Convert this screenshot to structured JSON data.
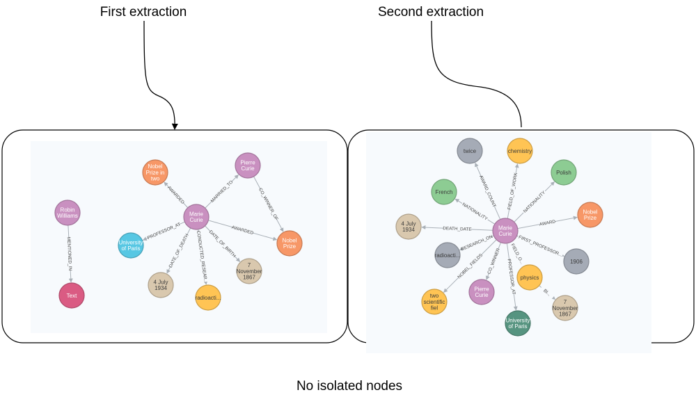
{
  "titles": {
    "first": "First extraction",
    "second": "Second extraction",
    "caption": "No isolated nodes"
  },
  "colors": {
    "purple": "#c990c0",
    "orange": "#f79767",
    "blue": "#57c7e3",
    "tan": "#d9c8ae",
    "yellow": "#ffc454",
    "crimson": "#da5b83",
    "gray": "#a5abb6",
    "green": "#8dcc93",
    "darkgreen": "#569480"
  },
  "graphs": [
    {
      "id": "first",
      "nodes": [
        {
          "id": "robin",
          "label": [
            "Robin",
            "Williams"
          ],
          "color": "purple"
        },
        {
          "id": "text",
          "label": [
            "Text"
          ],
          "color": "crimson"
        },
        {
          "id": "marie",
          "label": [
            "Marie",
            "Curie"
          ],
          "color": "purple"
        },
        {
          "id": "nobel2",
          "label": [
            "Nobel",
            "Prize in",
            "two"
          ],
          "color": "orange"
        },
        {
          "id": "pierre",
          "label": [
            "Pierre",
            "Curie"
          ],
          "color": "purple"
        },
        {
          "id": "nobel",
          "label": [
            "Nobel",
            "Prize"
          ],
          "color": "orange"
        },
        {
          "id": "paris",
          "label": [
            "University",
            "of Paris"
          ],
          "color": "blue"
        },
        {
          "id": "d1934",
          "label": [
            "4 July",
            "1934"
          ],
          "color": "tan"
        },
        {
          "id": "radio",
          "label": [
            "radioacti..."
          ],
          "color": "yellow"
        },
        {
          "id": "d1867",
          "label": [
            "7",
            "November",
            "1867"
          ],
          "color": "tan"
        }
      ],
      "edges": [
        {
          "from": "robin",
          "to": "text",
          "label": "MENTIONED_IN"
        },
        {
          "from": "marie",
          "to": "nobel2",
          "label": "AWARDED"
        },
        {
          "from": "marie",
          "to": "pierre",
          "label": "MARRIED_TO"
        },
        {
          "from": "pierre",
          "to": "nobel",
          "label": "CO_WINNER_OF"
        },
        {
          "from": "marie",
          "to": "nobel",
          "label": "AWARDED"
        },
        {
          "from": "marie",
          "to": "paris",
          "label": "PROFESSOR_AT"
        },
        {
          "from": "marie",
          "to": "d1934",
          "label": "DATE_OF_DEATH"
        },
        {
          "from": "marie",
          "to": "radio",
          "label": "CONDUCTED_RESEAR..."
        },
        {
          "from": "marie",
          "to": "d1867",
          "label": "DATE_OF_BIRTH"
        }
      ]
    },
    {
      "id": "second",
      "nodes": [
        {
          "id": "marie",
          "label": [
            "Marie",
            "Curie"
          ],
          "color": "purple"
        },
        {
          "id": "twice",
          "label": [
            "twice"
          ],
          "color": "gray"
        },
        {
          "id": "chem",
          "label": [
            "chemistry"
          ],
          "color": "yellow"
        },
        {
          "id": "polish",
          "label": [
            "Polish"
          ],
          "color": "green"
        },
        {
          "id": "french",
          "label": [
            "French"
          ],
          "color": "green"
        },
        {
          "id": "nobel",
          "label": [
            "Nobel",
            "Prize"
          ],
          "color": "orange"
        },
        {
          "id": "d1934",
          "label": [
            "4 July",
            "1934"
          ],
          "color": "tan"
        },
        {
          "id": "radio",
          "label": [
            "radioacti..."
          ],
          "color": "gray"
        },
        {
          "id": "y1906",
          "label": [
            "1906"
          ],
          "color": "gray"
        },
        {
          "id": "physics",
          "label": [
            "physics"
          ],
          "color": "yellow"
        },
        {
          "id": "twosci",
          "label": [
            "two",
            "scientific",
            "fiel"
          ],
          "color": "yellow"
        },
        {
          "id": "pierre",
          "label": [
            "Pierre",
            "Curie"
          ],
          "color": "purple"
        },
        {
          "id": "d1867",
          "label": [
            "7",
            "November",
            "1867"
          ],
          "color": "tan"
        },
        {
          "id": "paris",
          "label": [
            "University",
            "of Paris"
          ],
          "color": "darkgreen"
        }
      ],
      "edges": [
        {
          "from": "marie",
          "to": "twice",
          "label": "AWARD_COUNT"
        },
        {
          "from": "marie",
          "to": "chem",
          "label": "FIELD_OF_WORK"
        },
        {
          "from": "marie",
          "to": "polish",
          "label": "NATIONALITY"
        },
        {
          "from": "marie",
          "to": "french",
          "label": "NATIONALITY"
        },
        {
          "from": "marie",
          "to": "nobel",
          "label": "AWARD"
        },
        {
          "from": "marie",
          "to": "d1934",
          "label": "DEATH_DATE"
        },
        {
          "from": "marie",
          "to": "radio",
          "label": "RESEARCH_ON"
        },
        {
          "from": "marie",
          "to": "y1906",
          "label": "FIRST_PROFESSOR..."
        },
        {
          "from": "marie",
          "to": "physics",
          "label": "FIELD_O..."
        },
        {
          "from": "marie",
          "to": "twosci",
          "label": "NOBEL_FIELDS"
        },
        {
          "from": "marie",
          "to": "pierre",
          "label": "CO_WINNER"
        },
        {
          "from": "marie",
          "to": "paris",
          "label": "PROFESSOR_AT"
        },
        {
          "from": "physics",
          "to": "d1867",
          "label": "BI..."
        }
      ]
    }
  ]
}
